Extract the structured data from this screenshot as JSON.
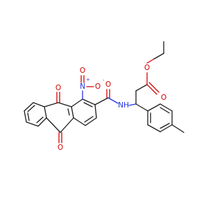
{
  "atoms": {
    "ester_o_carbonyl": "O",
    "ester_o_ether": "O",
    "nitro_n": "N",
    "nitro_n_charge": "+",
    "nitro_o_minus": "O",
    "nitro_o_minus_charge": "-",
    "nitro_o_double": "O",
    "quinone_o_top": "O",
    "quinone_o_bottom": "O",
    "amide_o": "O",
    "amide_nh": "NH"
  },
  "colors": {
    "carbon_bond": "#1a1a1a",
    "oxygen": "#d40000",
    "nitrogen": "#2233dd",
    "background": "#ffffff"
  }
}
